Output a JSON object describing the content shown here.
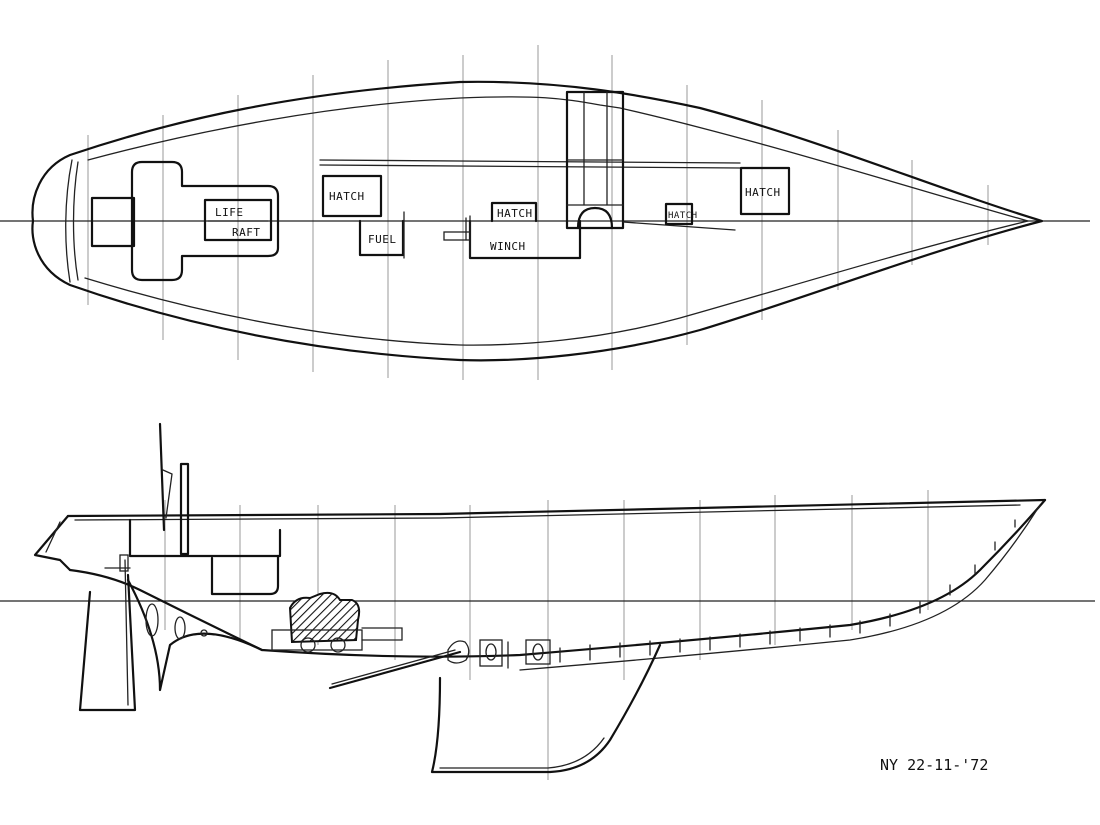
{
  "plan_view": {
    "labels": {
      "life_raft_line1": "LIFE",
      "life_raft_line2": "RAFT",
      "hatch_aft": "HATCH",
      "fuel": "FUEL",
      "hatch_mid": "HATCH",
      "winch": "WINCH",
      "hatch_small": "HATCH",
      "hatch_fwd": "HATCH"
    }
  },
  "signature": {
    "text": "NY 22-11-'72"
  }
}
